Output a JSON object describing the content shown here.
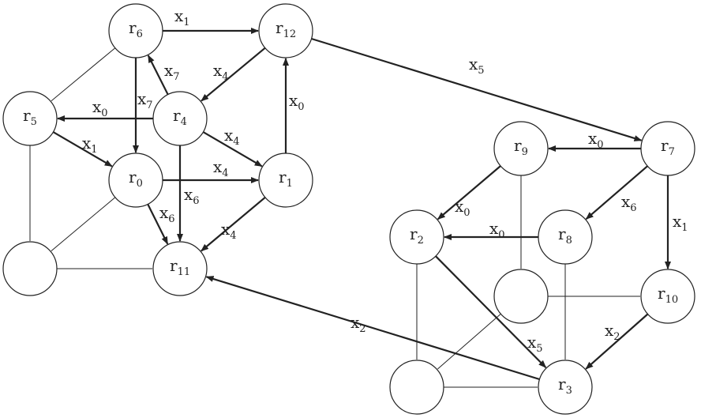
{
  "diagram": {
    "nodes": [
      {
        "id": "r6",
        "label": "r",
        "sub": "6"
      },
      {
        "id": "r12",
        "label": "r",
        "sub": "12"
      },
      {
        "id": "r5",
        "label": "r",
        "sub": "5"
      },
      {
        "id": "r4",
        "label": "r",
        "sub": "4"
      },
      {
        "id": "r0",
        "label": "r",
        "sub": "0"
      },
      {
        "id": "r1",
        "label": "r",
        "sub": "1"
      },
      {
        "id": "n_left",
        "label": "",
        "sub": ""
      },
      {
        "id": "r11",
        "label": "r",
        "sub": "11"
      },
      {
        "id": "r9",
        "label": "r",
        "sub": "9"
      },
      {
        "id": "r7",
        "label": "r",
        "sub": "7"
      },
      {
        "id": "r2",
        "label": "r",
        "sub": "2"
      },
      {
        "id": "r8",
        "label": "r",
        "sub": "8"
      },
      {
        "id": "n_mid",
        "label": "",
        "sub": ""
      },
      {
        "id": "r10",
        "label": "r",
        "sub": "10"
      },
      {
        "id": "n_bottom",
        "label": "",
        "sub": ""
      },
      {
        "id": "r3",
        "label": "r",
        "sub": "3"
      }
    ],
    "edges": [
      {
        "from": "r6",
        "to": "r12",
        "label": "x",
        "sub": "1",
        "directed": true
      },
      {
        "from": "r6",
        "to": "r5",
        "label": "",
        "sub": "",
        "directed": false
      },
      {
        "from": "r6",
        "to": "r0",
        "label": "x",
        "sub": "7",
        "directed": true
      },
      {
        "from": "r4",
        "to": "r6",
        "label": "x",
        "sub": "7",
        "directed": true
      },
      {
        "from": "r12",
        "to": "r4",
        "label": "x",
        "sub": "4",
        "directed": true
      },
      {
        "from": "r1",
        "to": "r12",
        "label": "x",
        "sub": "0",
        "directed": true
      },
      {
        "from": "r12",
        "to": "r7",
        "label": "x",
        "sub": "5",
        "directed": true
      },
      {
        "from": "r4",
        "to": "r5",
        "label": "x",
        "sub": "0",
        "directed": true
      },
      {
        "from": "r4",
        "to": "r1",
        "label": "x",
        "sub": "4",
        "directed": true
      },
      {
        "from": "r4",
        "to": "r11",
        "label": "x",
        "sub": "6",
        "directed": true
      },
      {
        "from": "r5",
        "to": "r0",
        "label": "x",
        "sub": "1",
        "directed": true
      },
      {
        "from": "r5",
        "to": "n_left",
        "label": "",
        "sub": "",
        "directed": false
      },
      {
        "from": "r0",
        "to": "r1",
        "label": "x",
        "sub": "4",
        "directed": true
      },
      {
        "from": "r0",
        "to": "r11",
        "label": "x",
        "sub": "6",
        "directed": true
      },
      {
        "from": "r0",
        "to": "n_left",
        "label": "",
        "sub": "",
        "directed": false
      },
      {
        "from": "r1",
        "to": "r11",
        "label": "x",
        "sub": "4",
        "directed": true
      },
      {
        "from": "n_left",
        "to": "r11",
        "label": "",
        "sub": "",
        "directed": false
      },
      {
        "from": "r3",
        "to": "r11",
        "label": "x",
        "sub": "2",
        "directed": true
      },
      {
        "from": "r7",
        "to": "r9",
        "label": "x",
        "sub": "0",
        "directed": true
      },
      {
        "from": "r7",
        "to": "r8",
        "label": "x",
        "sub": "6",
        "directed": true
      },
      {
        "from": "r7",
        "to": "r10",
        "label": "x",
        "sub": "1",
        "directed": true
      },
      {
        "from": "r9",
        "to": "r2",
        "label": "x",
        "sub": "0",
        "directed": true
      },
      {
        "from": "r9",
        "to": "n_mid",
        "label": "",
        "sub": "",
        "directed": false
      },
      {
        "from": "r8",
        "to": "r2",
        "label": "x",
        "sub": "0",
        "directed": true
      },
      {
        "from": "r8",
        "to": "r3",
        "label": "",
        "sub": "",
        "directed": false
      },
      {
        "from": "r2",
        "to": "r3",
        "label": "x",
        "sub": "5",
        "directed": true
      },
      {
        "from": "r2",
        "to": "n_bottom",
        "label": "",
        "sub": "",
        "directed": false
      },
      {
        "from": "r10",
        "to": "r3",
        "label": "x",
        "sub": "2",
        "directed": true
      },
      {
        "from": "n_mid",
        "to": "r10",
        "label": "",
        "sub": "",
        "directed": false
      },
      {
        "from": "n_mid",
        "to": "n_bottom",
        "label": "",
        "sub": "",
        "directed": false
      },
      {
        "from": "n_bottom",
        "to": "r3",
        "label": "",
        "sub": "",
        "directed": false
      }
    ]
  }
}
